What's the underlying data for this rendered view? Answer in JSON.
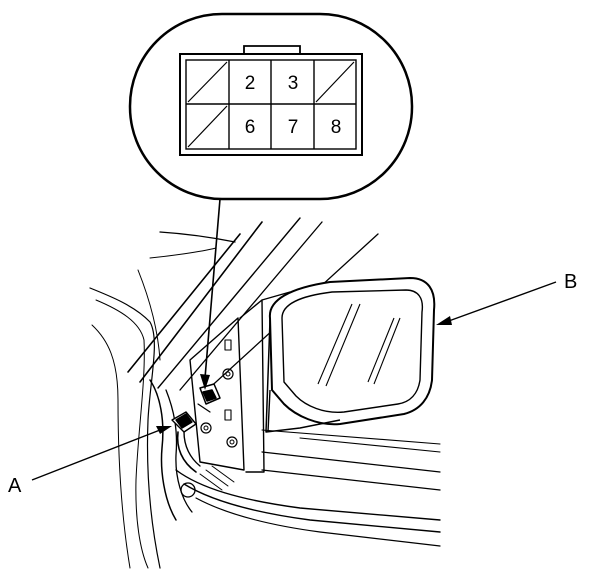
{
  "connector": {
    "title": "",
    "top_row": [
      "",
      "2",
      "3",
      ""
    ],
    "bottom_row": [
      "",
      "6",
      "7",
      "8"
    ]
  },
  "callouts": {
    "a": "A",
    "b": "B"
  }
}
